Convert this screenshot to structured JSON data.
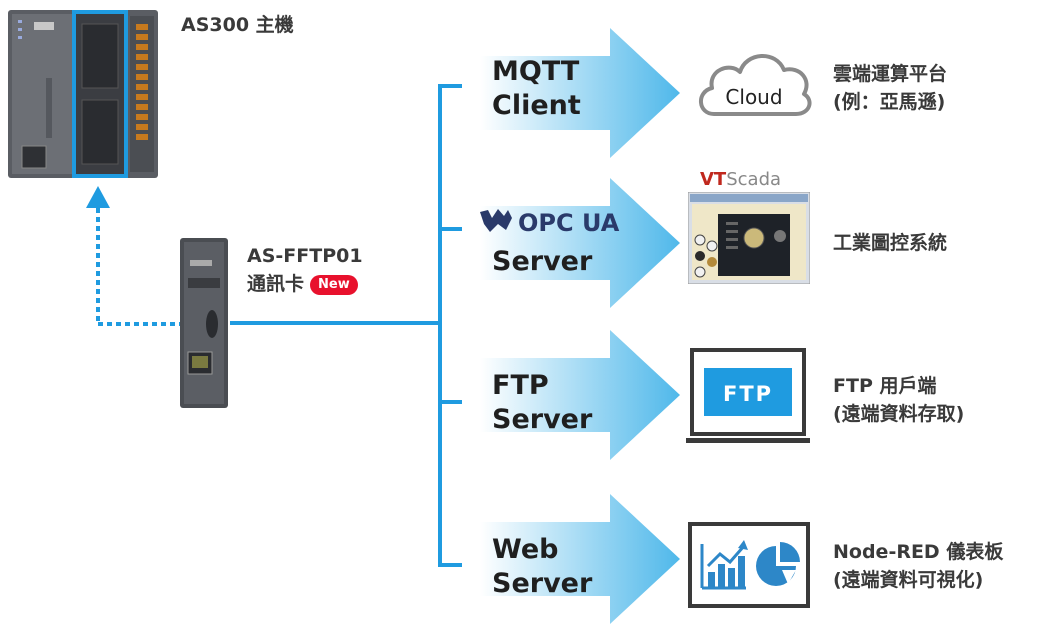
{
  "main_unit": {
    "label": "AS300 主機"
  },
  "comm_card": {
    "name": "AS-FFTP01",
    "label": "通訊卡",
    "badge": "New"
  },
  "opc_logo": "OPC UA",
  "services": [
    {
      "line1": "MQTT",
      "line2": "Client"
    },
    {
      "line1": "Server"
    },
    {
      "line1": "FTP",
      "line2": "Server"
    },
    {
      "line1": "Web",
      "line2": "Server"
    }
  ],
  "targets": [
    {
      "icon_text": "Cloud",
      "desc1": "雲端運算平台",
      "desc2": "(例：亞馬遜)"
    },
    {
      "brand_vt": "VT",
      "brand_scada": "Scada",
      "desc1": "工業圖控系統"
    },
    {
      "icon_text": "FTP",
      "desc1": "FTP 用戶端",
      "desc2": "(遠端資料存取)"
    },
    {
      "desc1": "Node-RED 儀表板",
      "desc2": "(遠端資料可視化)"
    }
  ],
  "colors": {
    "accent": "#1f9be0",
    "badge": "#e8112d",
    "text": "#1f1f1f",
    "ftp_fill": "#1f9be0"
  }
}
